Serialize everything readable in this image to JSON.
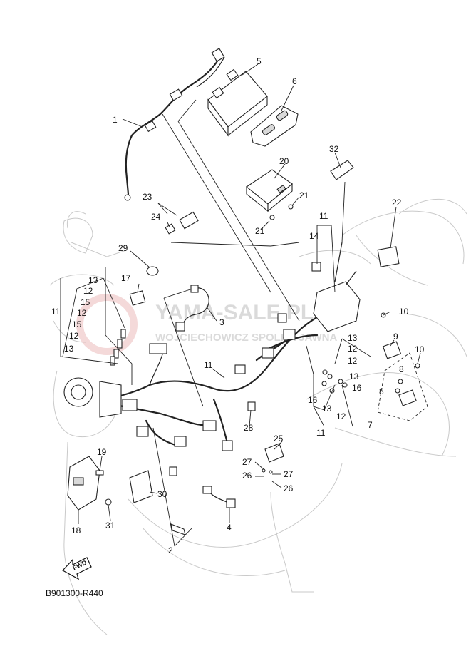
{
  "diagram": {
    "reference_code": "B901300-R440",
    "fwd_label": "FWD",
    "watermark": {
      "line1": "YAMA-SALE.PL",
      "line2": "WOJCIECHOWICZ SPOLKA JAWNA"
    },
    "callouts": [
      "1",
      "2",
      "3",
      "4",
      "5",
      "6",
      "7",
      "8",
      "9",
      "10",
      "11",
      "12",
      "13",
      "14",
      "15",
      "16",
      "17",
      "18",
      "19",
      "20",
      "21",
      "22",
      "23",
      "24",
      "25",
      "26",
      "27",
      "28",
      "29",
      "30",
      "31",
      "32"
    ]
  }
}
